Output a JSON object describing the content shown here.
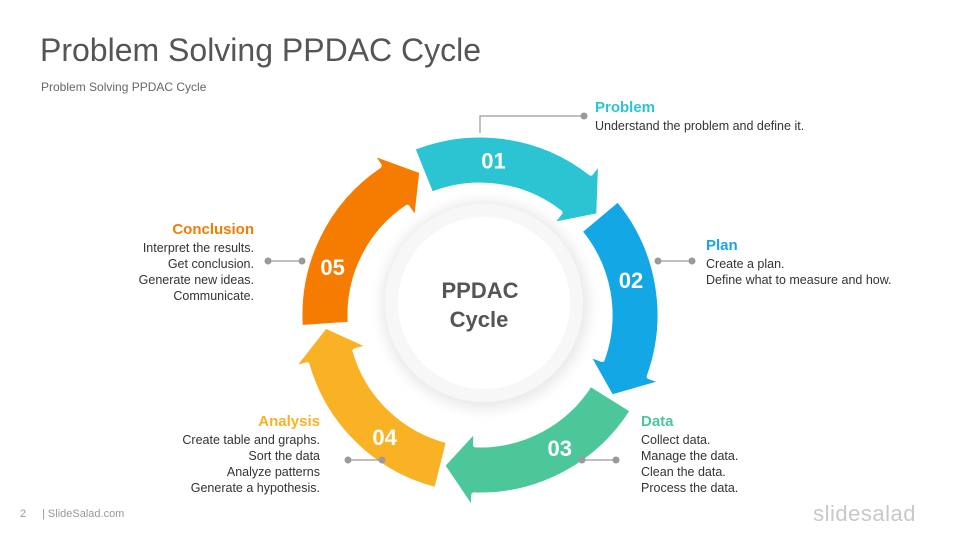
{
  "slide": {
    "title": "Problem Solving PPDAC Cycle",
    "subtitle": "Problem Solving PPDAC Cycle",
    "page_number": "2",
    "source": "| SlideSalad.com",
    "brand": "slidesalad"
  },
  "center": {
    "line1": "PPDAC",
    "line2": "Cycle"
  },
  "steps": [
    {
      "number": "01",
      "title": "Problem",
      "color": "#2bc4d2",
      "lines": [
        "Understand the problem  and define it."
      ]
    },
    {
      "number": "02",
      "title": "Plan",
      "color": "#13a7e6",
      "lines": [
        "Create a plan.",
        "Define what to measure and how."
      ]
    },
    {
      "number": "03",
      "title": "Data",
      "color": "#4cc79a",
      "lines": [
        "Collect data.",
        "Manage the data.",
        "Clean the data.",
        "Process the data."
      ]
    },
    {
      "number": "04",
      "title": "Analysis",
      "color": "#f9b224",
      "lines": [
        "Create table and graphs.",
        "Sort the data",
        "Analyze patterns",
        "Generate a hypothesis."
      ]
    },
    {
      "number": "05",
      "title": "Conclusion",
      "color": "#f57c00",
      "lines": [
        "Interpret the results.",
        "Get conclusion.",
        "Generate new ideas.",
        "Communicate."
      ]
    }
  ]
}
